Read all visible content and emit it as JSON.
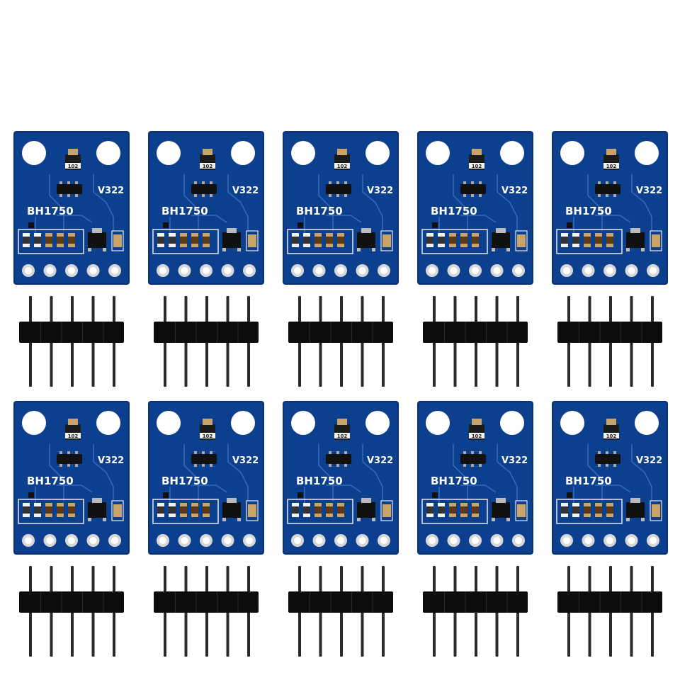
{
  "photo": {
    "background_color": "#ffffff",
    "pcb_color": "#0d3f8f",
    "pcb_edge_color": "#0a3273",
    "trace_color": "#3568b8",
    "header_color": "#0c0c0c",
    "pin_color": "#2a2a2a"
  },
  "board": {
    "chip_label": "BH1750",
    "reg_label": "V322",
    "sensor_mark": "102",
    "component_mark": "102"
  },
  "layout_summary": {
    "rows": 2,
    "boards_per_row": 5,
    "pins_per_header": 5
  }
}
